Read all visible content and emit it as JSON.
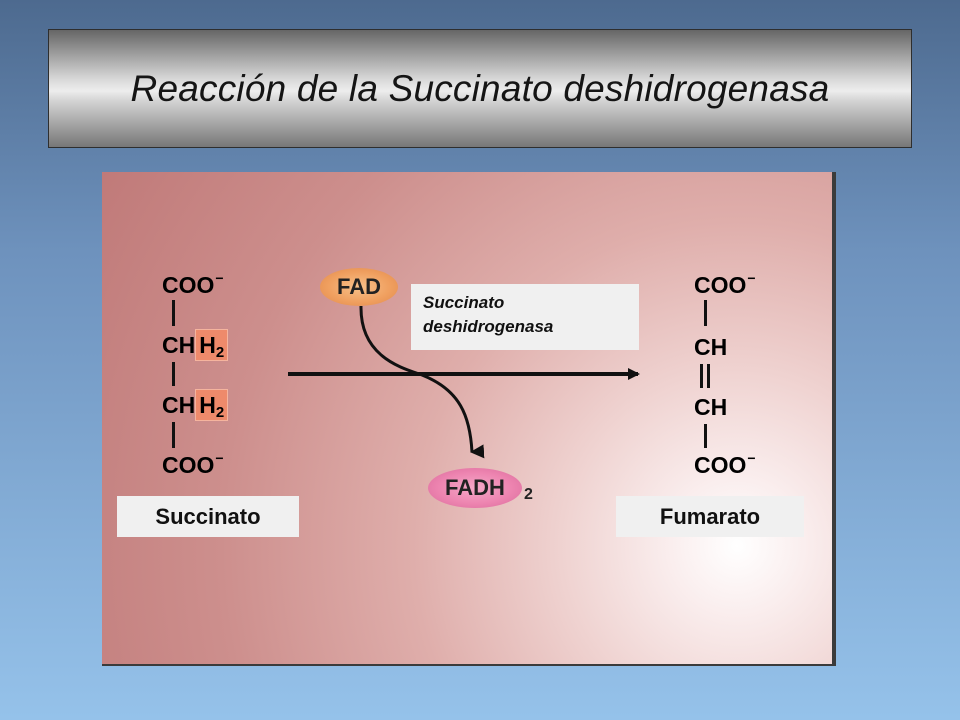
{
  "title": "Reacción de la Succinato deshidrogenasa",
  "succinate": {
    "top": "COO",
    "charge": "−",
    "ch2_main": "CH",
    "ch2_sub": "2",
    "bottom": "COO",
    "label": "Succinato"
  },
  "fumarate": {
    "top": "COO",
    "charge": "−",
    "ch": "CH",
    "bottom": "COO",
    "label": "Fumarato"
  },
  "cofactors": {
    "fad": "FAD",
    "fadh_main": "FADH",
    "fadh_sub": "2"
  },
  "enzyme": {
    "line1": "Succinato",
    "line2": "deshidrogenasa"
  },
  "colors": {
    "highlight": "#ee8a6b",
    "fad": "#f0a060",
    "fadh2": "#ed84b0",
    "panel": "#c98785"
  }
}
